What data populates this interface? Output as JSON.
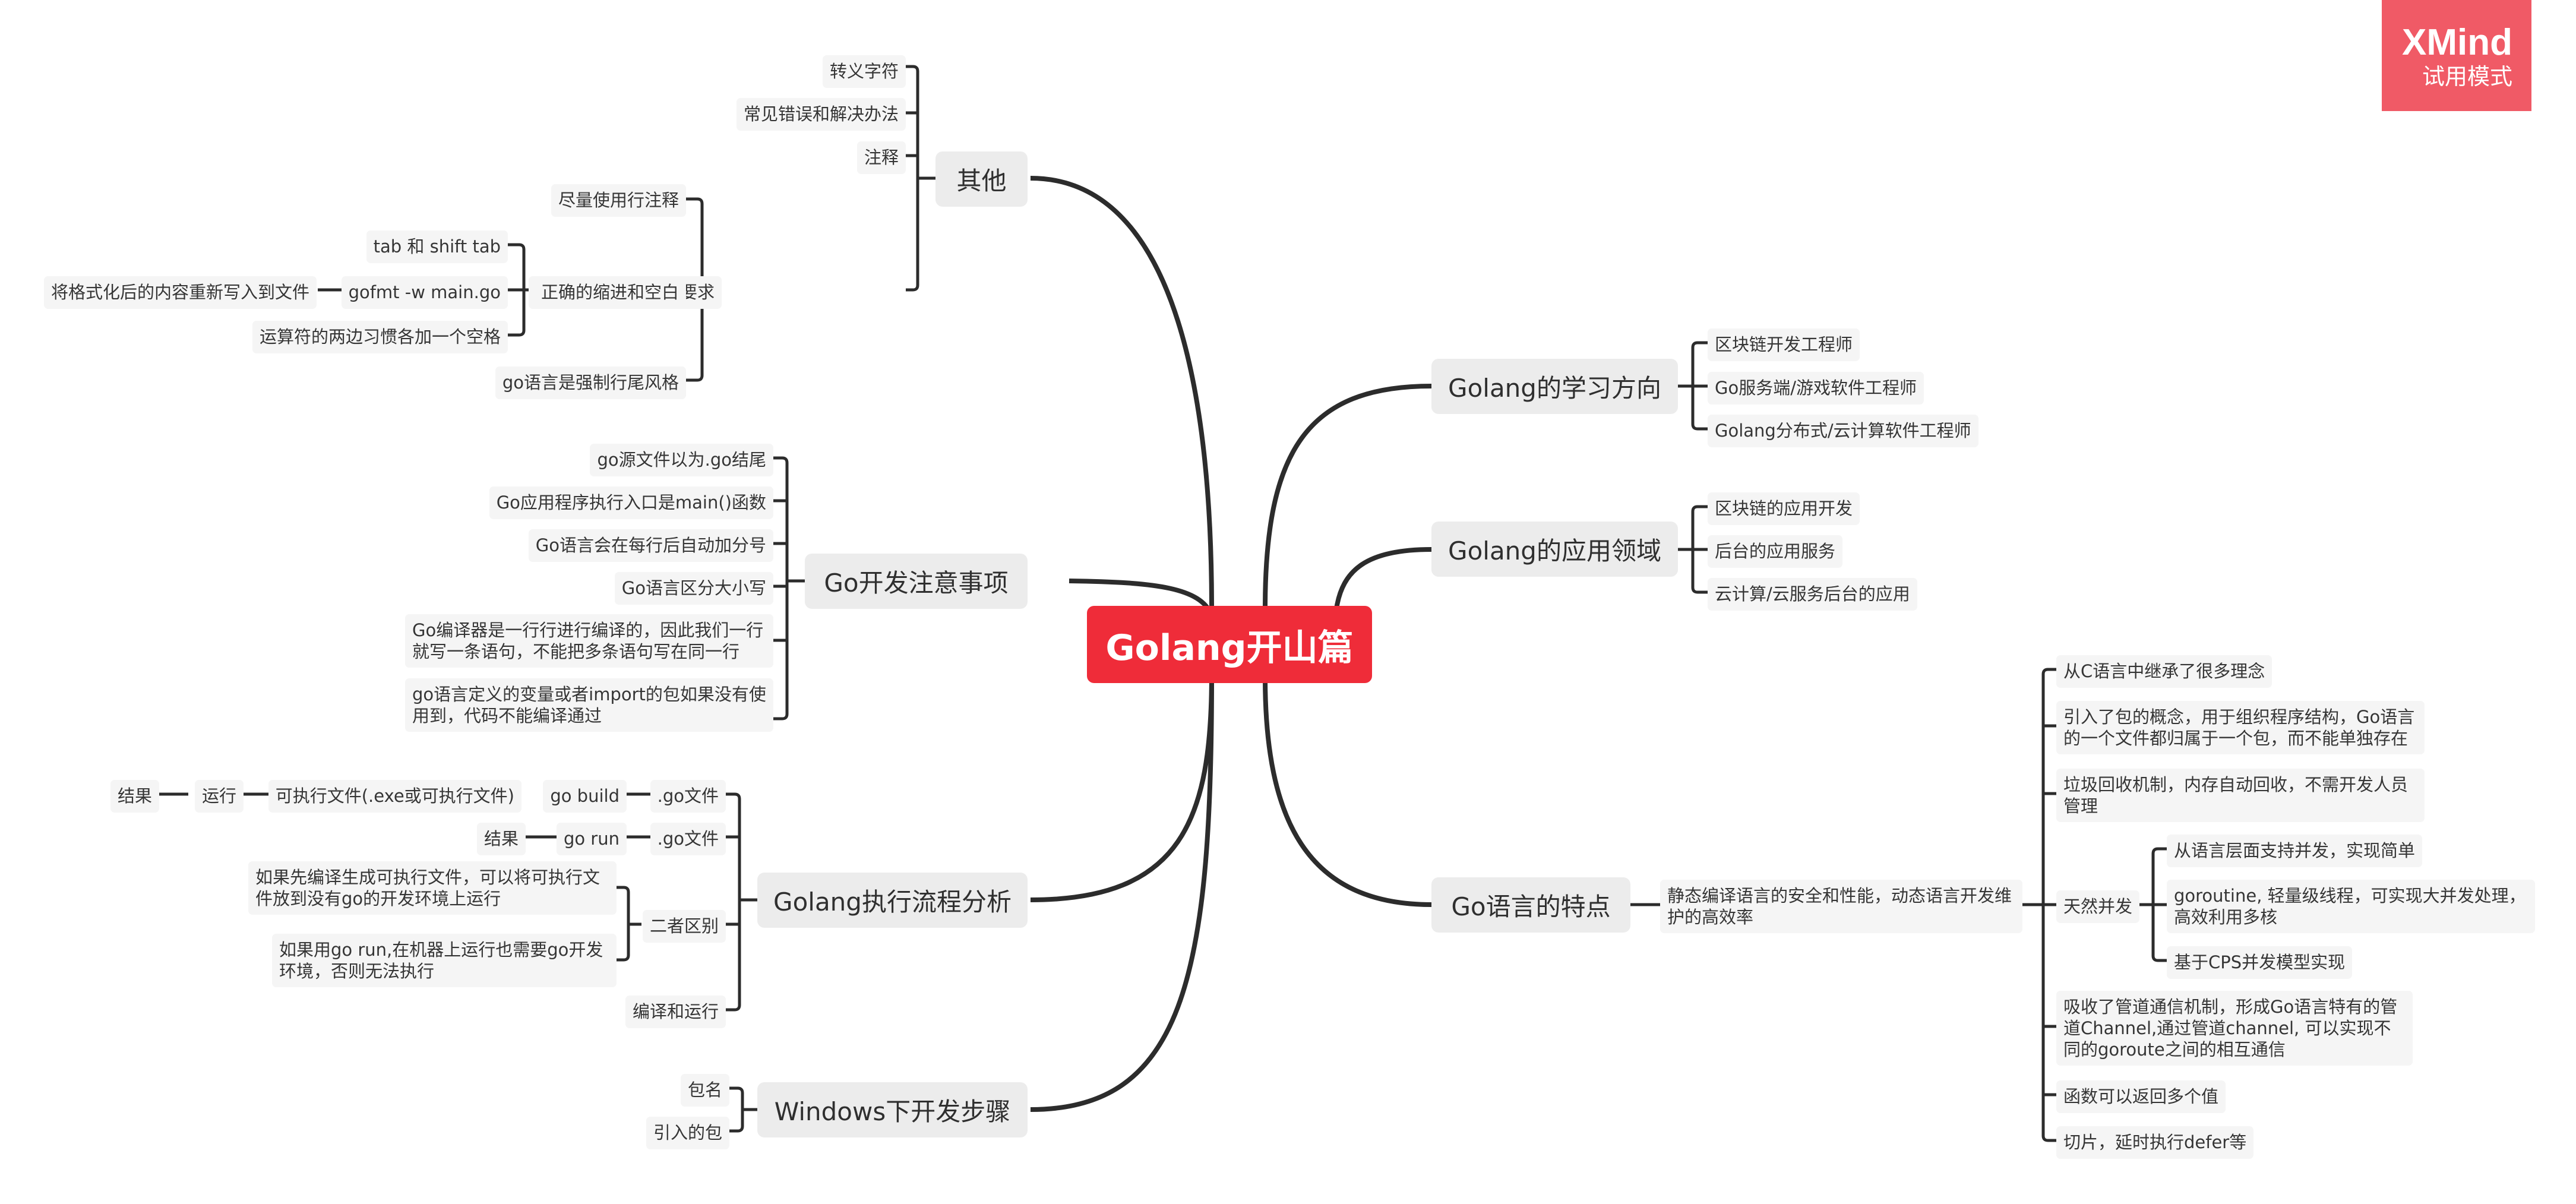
{
  "watermark": {
    "brand": "XMind",
    "mode": "试用模式",
    "color": "#f05a66"
  },
  "colors": {
    "central": "#ef2c39",
    "topic": "#ececec",
    "subtopic": "#f5f5f5",
    "line": "#2c2c2c"
  },
  "central": "Golang开山篇",
  "other": {
    "title": "其他",
    "escape_chars": "转义字符",
    "common_errors": "常见错误和解决办法",
    "comments": "注释",
    "style": {
      "title": "Go规范的代码风格要求",
      "prefer_line_comments": "尽量使用行注释",
      "indent": {
        "title": "正确的缩进和空白",
        "tab": "tab 和 shift tab",
        "gofmt": "gofmt -w main.go",
        "gofmt_desc": "将格式化后的内容重新写入到文件",
        "operator_space": "运算符的两边习惯各加一个空格"
      },
      "force_line_end": "go语言是强制行尾风格"
    }
  },
  "notes": {
    "title": "Go开发注意事项",
    "items": [
      "go源文件以为.go结尾",
      "Go应用程序执行入口是main()函数",
      "Go语言会在每行后自动加分号",
      "Go语言区分大小写"
    ],
    "compiler": "Go编译器是一行行进行编译的，因此我们一行就写一条语句，不能把多条语句写在同一行",
    "unused": "go语言定义的变量或者import的包如果没有使用到，代码不能编译通过"
  },
  "flow": {
    "title": "Golang执行流程分析",
    "build_chain": {
      "file": ".go文件",
      "cmd": "go build",
      "exe": "可执行文件(.exe或可执行文件)",
      "run": "运行",
      "result": "结果"
    },
    "run_chain": {
      "file": ".go文件",
      "cmd": "go run",
      "result": "结果"
    },
    "diff": {
      "title": "二者区别",
      "first": "如果先编译生成可执行文件，可以将可执行文件放到没有go的开发环境上运行",
      "second": "如果用go run,在机器上运行也需要go开发环境，否则无法执行"
    },
    "compile_run": "编译和运行"
  },
  "windows": {
    "title": "Windows下开发步骤",
    "package_name": "包名",
    "imported_package": "引入的包"
  },
  "learning": {
    "title": "Golang的学习方向",
    "items": [
      "区块链开发工程师",
      "Go服务端/游戏软件工程师",
      "Golang分布式/云计算软件工程师"
    ]
  },
  "application": {
    "title": "Golang的应用领域",
    "items": [
      "区块链的应用开发",
      "后台的应用服务",
      "云计算/云服务后台的应用"
    ]
  },
  "features": {
    "title": "Go语言的特点",
    "summary": "静态编译语言的安全和性能，动态语言开发维护的高效率",
    "inherit": "从C语言中继承了很多理念",
    "package": "引入了包的概念，用于组织程序结构，Go语言的一个文件都归属于一个包，而不能单独存在",
    "gc": "垃圾回收机制，内存自动回收，不需开发人员管理",
    "concurrency": {
      "title": "天然并发",
      "items": [
        "从语言层面支持并发，实现简单",
        "goroutine, 轻量级线程，可实现大并发处理，高效利用多核",
        "基于CPS并发模型实现"
      ]
    },
    "channel": "吸收了管道通信机制，形成Go语言特有的管道Channel,通过管道channel, 可以实现不同的goroute之间的相互通信",
    "multi_return": "函数可以返回多个值",
    "slice": "切片，延时执行defer等"
  }
}
